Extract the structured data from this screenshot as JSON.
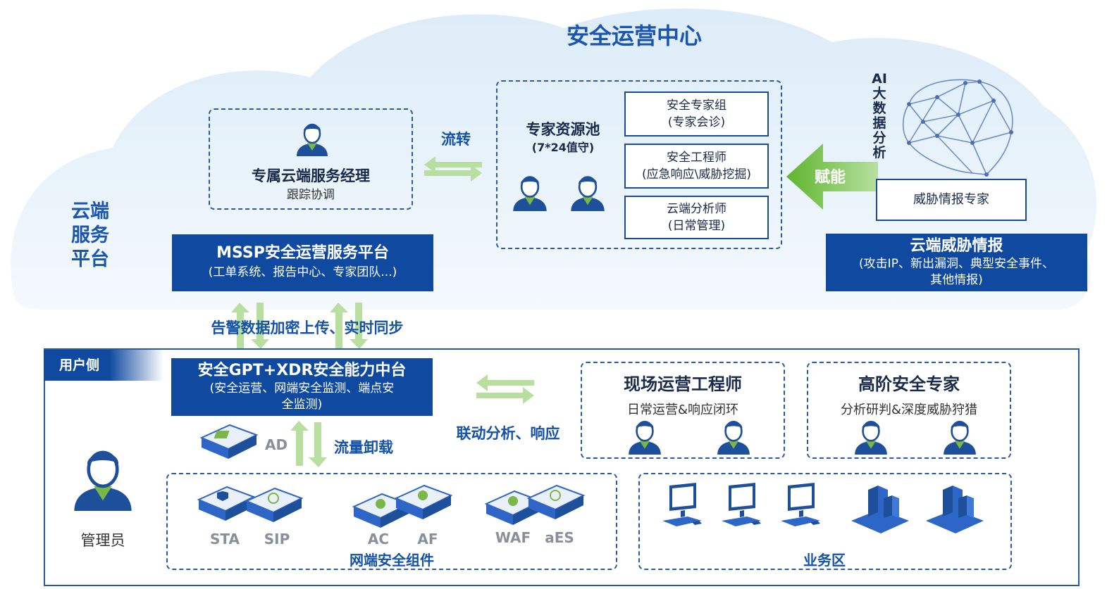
{
  "cloud": {
    "title": "安全运营中心",
    "platform_label_lines": [
      "云端",
      "服务",
      "平台"
    ],
    "manager": {
      "title": "专属云端服务经理",
      "subtitle": "跟踪协调"
    },
    "flow_label": "流转",
    "pool": {
      "title": "专家资源池",
      "subtitle": "(7*24值守)",
      "groups": [
        {
          "line1": "安全专家组",
          "line2": "(专家会诊)"
        },
        {
          "line1": "安全工程师",
          "line2": "(应急响应\\威胁挖掘)"
        },
        {
          "line1": "云端分析师",
          "line2": "(日常管理)"
        }
      ]
    },
    "empower_label": "赋能",
    "ai_label": "AI大数据分析",
    "threat_expert": "威胁情报专家",
    "threat_intel": {
      "title": "云端威胁情报",
      "line1": "(攻击IP、新出漏洞、典型安全事件、",
      "line2": "其他情报)"
    },
    "mssp": {
      "title": "MSSP安全运营服务平台",
      "subtitle": "(工单系统、报告中心、专家团队...)"
    }
  },
  "sync_label": "告警数据加密上传、实时同步",
  "user_side": {
    "tab_label": "用户侧",
    "gpt": {
      "title": "安全GPT+XDR安全能力中台",
      "line1": "(安全运营、网端安全监测、端点安",
      "line2": "全监测)"
    },
    "ad_label": "AD",
    "offload_label": "流量卸载",
    "linkage_label": "联动分析、响应",
    "field_engineer": {
      "title": "现场运营工程师",
      "subtitle": "日常运营&响应闭环"
    },
    "senior_expert": {
      "title": "高阶安全专家",
      "subtitle": "分析研判&深度威胁狩猎"
    },
    "admin_label": "管理员",
    "network_group": {
      "title": "网端安全组件",
      "devices": [
        "STA",
        "SIP",
        "AC",
        "AF",
        "WAF",
        "aES"
      ]
    },
    "business_zone": {
      "title": "业务区"
    }
  },
  "colors": {
    "primary_blue": "#0f4aa0",
    "text_blue": "#1452a8",
    "dash_blue": "#2b5aa0",
    "arrow_green": "#6cbf3c",
    "device_blue": "#2e66c8"
  },
  "icons": [
    "person-icon",
    "brain-network-icon",
    "device-icon",
    "computer-icon",
    "building-icon",
    "swap-arrow-icon",
    "green-left-arrow-icon"
  ]
}
